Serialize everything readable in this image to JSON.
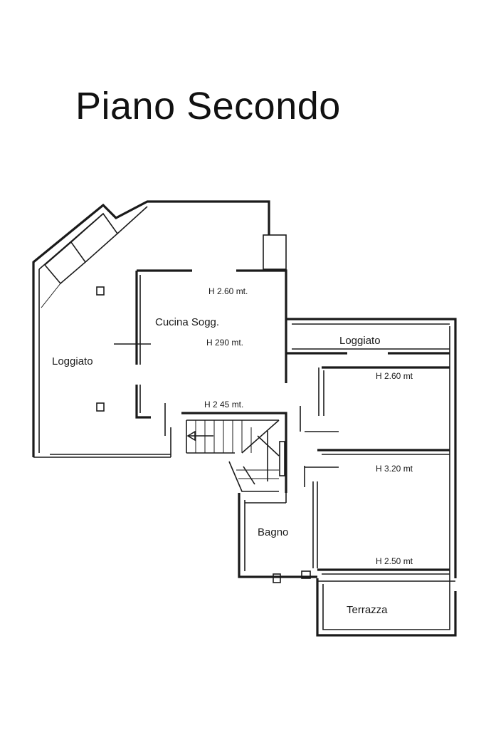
{
  "title": "Piano Secondo",
  "rooms": {
    "loggiato_west": "Loggiato",
    "cucina": "Cucina Sogg.",
    "loggiato_east": "Loggiato",
    "bagno": "Bagno",
    "terrazza": "Terrazza"
  },
  "heights": {
    "cucina_top": "H 2.60 mt.",
    "cucina_mid": "H 290 mt.",
    "stair": "H 2 45 mt.",
    "room_ne": "H 2.60 mt",
    "room_se": "H 3.20 mt",
    "room_se_bottom": "H 2.50 mt"
  },
  "colors": {
    "ink": "#1a1a1a",
    "paper": "#ffffff"
  }
}
